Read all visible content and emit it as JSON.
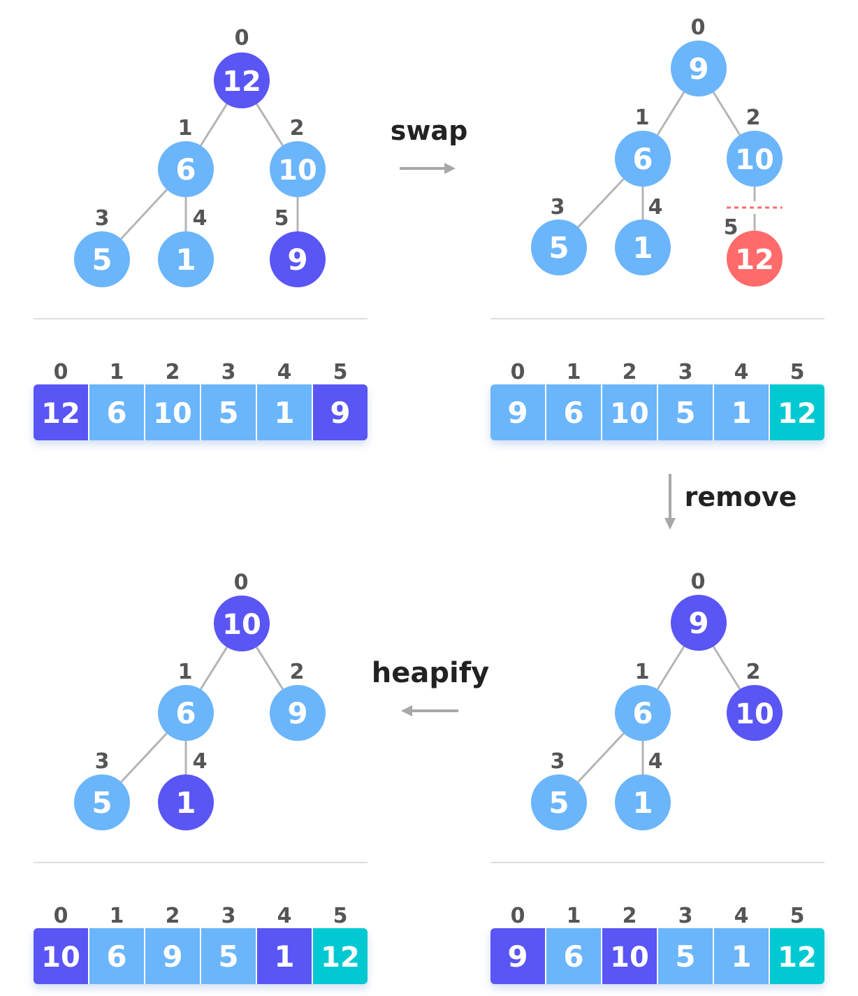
{
  "colors": {
    "normal": "#6bb5fb",
    "highlight": "#5a55f5",
    "removed": "#ff6b6b",
    "sorted": "#00c9d1",
    "edge": "#b5b5b5",
    "arrow": "#a8a8a8",
    "divider": "#dddddd",
    "cut_line": "#ff6b6b"
  },
  "operations": {
    "swap": "swap",
    "remove": "remove",
    "heapify": "heapify"
  },
  "panels": [
    {
      "id": "before-swap",
      "nodes": [
        {
          "index": "0",
          "value": "12",
          "state": "highlight"
        },
        {
          "index": "1",
          "value": "6",
          "state": "normal"
        },
        {
          "index": "2",
          "value": "10",
          "state": "normal"
        },
        {
          "index": "3",
          "value": "5",
          "state": "normal"
        },
        {
          "index": "4",
          "value": "1",
          "state": "normal"
        },
        {
          "index": "5",
          "value": "9",
          "state": "highlight"
        }
      ],
      "array": [
        {
          "index": "0",
          "value": "12",
          "state": "highlight"
        },
        {
          "index": "1",
          "value": "6",
          "state": "normal"
        },
        {
          "index": "2",
          "value": "10",
          "state": "normal"
        },
        {
          "index": "3",
          "value": "5",
          "state": "normal"
        },
        {
          "index": "4",
          "value": "1",
          "state": "normal"
        },
        {
          "index": "5",
          "value": "9",
          "state": "highlight"
        }
      ]
    },
    {
      "id": "after-swap",
      "nodes": [
        {
          "index": "0",
          "value": "9",
          "state": "normal"
        },
        {
          "index": "1",
          "value": "6",
          "state": "normal"
        },
        {
          "index": "2",
          "value": "10",
          "state": "normal"
        },
        {
          "index": "3",
          "value": "5",
          "state": "normal"
        },
        {
          "index": "4",
          "value": "1",
          "state": "normal"
        },
        {
          "index": "5",
          "value": "12",
          "state": "removed"
        }
      ],
      "array": [
        {
          "index": "0",
          "value": "9",
          "state": "normal"
        },
        {
          "index": "1",
          "value": "6",
          "state": "normal"
        },
        {
          "index": "2",
          "value": "10",
          "state": "normal"
        },
        {
          "index": "3",
          "value": "5",
          "state": "normal"
        },
        {
          "index": "4",
          "value": "1",
          "state": "normal"
        },
        {
          "index": "5",
          "value": "12",
          "state": "sorted"
        }
      ]
    },
    {
      "id": "after-heapify",
      "nodes": [
        {
          "index": "0",
          "value": "10",
          "state": "highlight"
        },
        {
          "index": "1",
          "value": "6",
          "state": "normal"
        },
        {
          "index": "2",
          "value": "9",
          "state": "normal"
        },
        {
          "index": "3",
          "value": "5",
          "state": "normal"
        },
        {
          "index": "4",
          "value": "1",
          "state": "highlight"
        }
      ],
      "array": [
        {
          "index": "0",
          "value": "10",
          "state": "highlight"
        },
        {
          "index": "1",
          "value": "6",
          "state": "normal"
        },
        {
          "index": "2",
          "value": "9",
          "state": "normal"
        },
        {
          "index": "3",
          "value": "5",
          "state": "normal"
        },
        {
          "index": "4",
          "value": "1",
          "state": "highlight"
        },
        {
          "index": "5",
          "value": "12",
          "state": "sorted"
        }
      ]
    },
    {
      "id": "after-remove",
      "nodes": [
        {
          "index": "0",
          "value": "9",
          "state": "highlight"
        },
        {
          "index": "1",
          "value": "6",
          "state": "normal"
        },
        {
          "index": "2",
          "value": "10",
          "state": "highlight"
        },
        {
          "index": "3",
          "value": "5",
          "state": "normal"
        },
        {
          "index": "4",
          "value": "1",
          "state": "normal"
        }
      ],
      "array": [
        {
          "index": "0",
          "value": "9",
          "state": "highlight"
        },
        {
          "index": "1",
          "value": "6",
          "state": "normal"
        },
        {
          "index": "2",
          "value": "10",
          "state": "highlight"
        },
        {
          "index": "3",
          "value": "5",
          "state": "normal"
        },
        {
          "index": "4",
          "value": "1",
          "state": "normal"
        },
        {
          "index": "5",
          "value": "12",
          "state": "sorted"
        }
      ]
    }
  ]
}
